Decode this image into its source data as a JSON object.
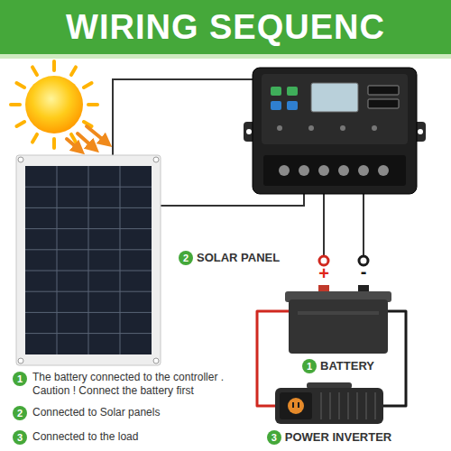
{
  "diagram": {
    "title": "WIRING SEQUENC",
    "nodes": [
      {
        "text": [
          "SOLAR PANEL"
        ]
      },
      {
        "text": [
          "BATTERY"
        ]
      },
      {
        "text": [
          "POWER INVERTER"
        ]
      }
    ],
    "edges": [
      {
        "from": 1,
        "to": 2,
        "arrow": "none"
      },
      {
        "from": 1,
        "to": 2,
        "arrow": "none"
      }
    ],
    "labels": [
      "2",
      "1",
      "3",
      "+",
      "-",
      "1",
      "The battery connected to the controller . Caution ! Connect the battery first",
      "2",
      "Connected to Solar panels",
      "3",
      "Connected to the load"
    ]
  }
}
